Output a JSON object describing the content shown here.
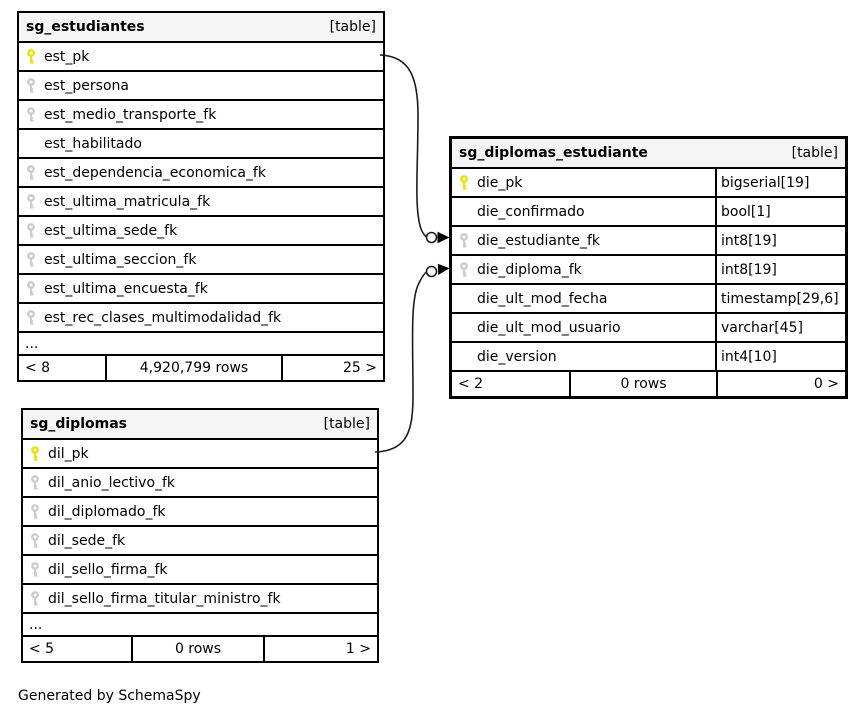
{
  "diagram": {
    "generated_by": "Generated by SchemaSpy"
  },
  "colors": {
    "pk_key": "#e8e300",
    "fk_key": "#cccccc",
    "header_bg": "#f5f5f5",
    "border": "#000000",
    "line": "#1c1c1c"
  },
  "tables": [
    {
      "name": "sg_estudiantes",
      "type_label": "[table]",
      "columns": [
        {
          "name": "est_pk",
          "key": "pk"
        },
        {
          "name": "est_persona",
          "key": "fk"
        },
        {
          "name": "est_medio_transporte_fk",
          "key": "fk"
        },
        {
          "name": "est_habilitado",
          "key": "none"
        },
        {
          "name": "est_dependencia_economica_fk",
          "key": "fk"
        },
        {
          "name": "est_ultima_matricula_fk",
          "key": "fk"
        },
        {
          "name": "est_ultima_sede_fk",
          "key": "fk"
        },
        {
          "name": "est_ultima_seccion_fk",
          "key": "fk"
        },
        {
          "name": "est_ultima_encuesta_fk",
          "key": "fk"
        },
        {
          "name": "est_rec_clases_multimodalidad_fk",
          "key": "fk"
        }
      ],
      "ellipsis": "...",
      "footer": {
        "left": "< 8",
        "center": "4,920,799 rows",
        "right": "25 >"
      }
    },
    {
      "name": "sg_diplomas_estudiante",
      "type_label": "[table]",
      "columns": [
        {
          "name": "die_pk",
          "key": "pk",
          "type": "bigserial[19]"
        },
        {
          "name": "die_confirmado",
          "key": "none",
          "type": "bool[1]"
        },
        {
          "name": "die_estudiante_fk",
          "key": "fk",
          "type": "int8[19]"
        },
        {
          "name": "die_diploma_fk",
          "key": "fk",
          "type": "int8[19]"
        },
        {
          "name": "die_ult_mod_fecha",
          "key": "none",
          "type": "timestamp[29,6]"
        },
        {
          "name": "die_ult_mod_usuario",
          "key": "none",
          "type": "varchar[45]"
        },
        {
          "name": "die_version",
          "key": "none",
          "type": "int4[10]"
        }
      ],
      "footer": {
        "left": "< 2",
        "center": "0 rows",
        "right": "0 >"
      }
    },
    {
      "name": "sg_diplomas",
      "type_label": "[table]",
      "columns": [
        {
          "name": "dil_pk",
          "key": "pk"
        },
        {
          "name": "dil_anio_lectivo_fk",
          "key": "fk"
        },
        {
          "name": "dil_diplomado_fk",
          "key": "fk"
        },
        {
          "name": "dil_sede_fk",
          "key": "fk"
        },
        {
          "name": "dil_sello_firma_fk",
          "key": "fk"
        },
        {
          "name": "dil_sello_firma_titular_ministro_fk",
          "key": "fk"
        }
      ],
      "ellipsis": "...",
      "footer": {
        "left": "< 5",
        "center": "0 rows",
        "right": "1 >"
      }
    }
  ],
  "relationships": [
    {
      "from_table": "sg_estudiantes",
      "from_column": "est_pk",
      "to_table": "sg_diplomas_estudiante",
      "to_column": "die_estudiante_fk"
    },
    {
      "from_table": "sg_diplomas",
      "from_column": "dil_pk",
      "to_table": "sg_diplomas_estudiante",
      "to_column": "die_diploma_fk"
    }
  ]
}
